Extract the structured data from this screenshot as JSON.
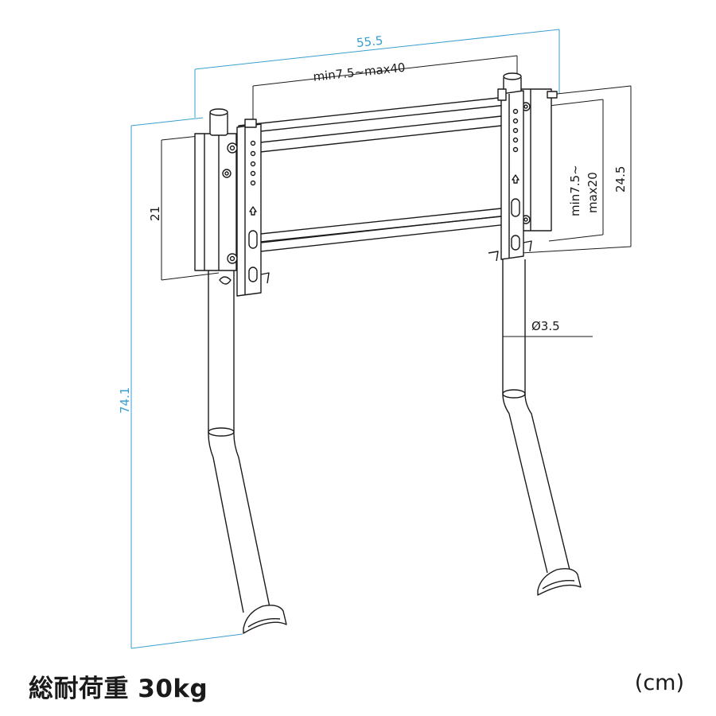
{
  "dimensions": {
    "overall_width": "55.5",
    "vesa_horizontal": "min7.5~max40",
    "vesa_vertical_line1": "min7.5~",
    "vesa_vertical_line2": "max20",
    "bracket_height_right": "24.5",
    "bracket_height_left": "21",
    "overall_height": "74.1",
    "tube_diameter": "Ø3.5"
  },
  "footer": {
    "load_capacity": "総耐荷重 30kg",
    "unit": "(cm)"
  },
  "colors": {
    "dimension_blue": "#3a9fcf",
    "line_dark": "#1a1a1a"
  }
}
